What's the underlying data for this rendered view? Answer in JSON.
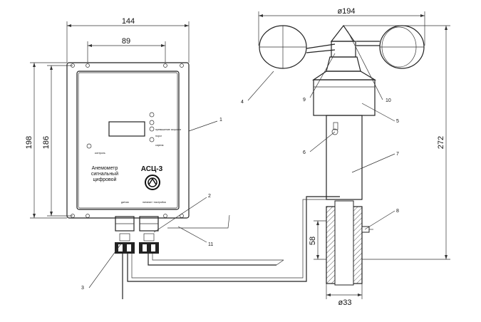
{
  "dimensions": {
    "width_144": "144",
    "holes_89": "89",
    "height_198": "198",
    "height_186": "186",
    "dia_194": "ø194",
    "height_272": "272",
    "height_58": "58",
    "dia_33": "ø33"
  },
  "device": {
    "title": "АСЦ-3",
    "caption_line1": "Анемометр",
    "caption_line2": "сигнальный",
    "caption_line3": "цифровой",
    "button_label": "контроль",
    "right_label_1": "превышение скорости",
    "right_label_2": "порог",
    "right_label_3": "сирена",
    "connector_left": "датчик",
    "connector_right": "питание / настройка"
  },
  "callouts": [
    "1",
    "2",
    "3",
    "4",
    "5",
    "6",
    "7",
    "8",
    "9",
    "10",
    "11"
  ]
}
